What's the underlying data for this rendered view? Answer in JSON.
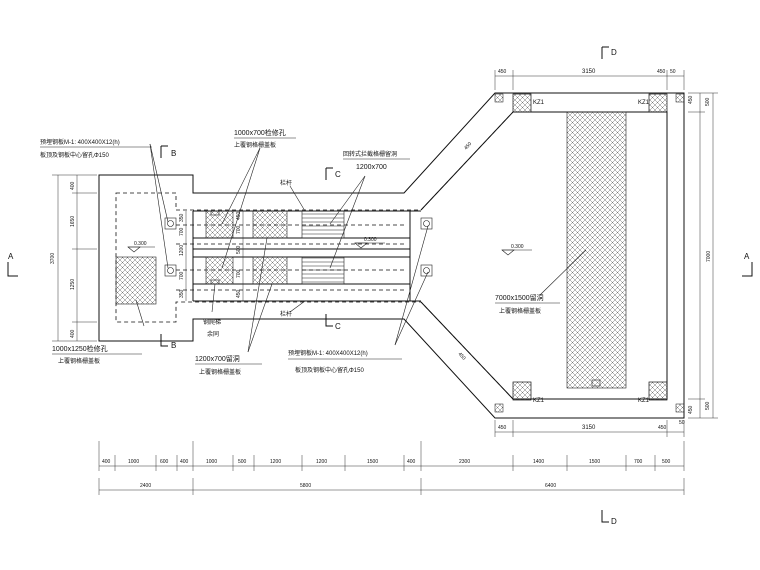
{
  "section_marks": {
    "a": "A",
    "b": "B",
    "c": "C",
    "d": "D"
  },
  "labels": {
    "plate_left": [
      "预埋钢板M-1: 400X400X12(h)",
      "板顶及钢板中心留孔Φ150"
    ],
    "hatch_1000x700": [
      "1000x700检修孔",
      "上覆钢格栅盖板"
    ],
    "screen_hole": [
      "回转式拦截格栅留洞",
      "1200x700"
    ],
    "railing": "栏杆",
    "hatch_1000x1250": [
      "1000x1250检修孔",
      "上覆钢格栅盖板"
    ],
    "ladder": [
      "钢爬梯",
      "余同"
    ],
    "opening_1200x700": [
      "1200x700留洞",
      "上覆钢格栅盖板"
    ],
    "plate_right": [
      "预埋钢板M-1: 400X400X12(h)",
      "板顶及钢板中心留孔Φ150"
    ],
    "opening_7000x1500": [
      "7000x1500留洞",
      "上覆钢格栅盖板"
    ],
    "column": "KZ1",
    "elevation": "0.300",
    "wall_450": "450"
  },
  "dims": {
    "top": [
      "450",
      "3150",
      "450",
      "50"
    ],
    "bottom": [
      "450",
      "3150",
      "450",
      "50"
    ],
    "right_outer": "7000",
    "right_inner": [
      "450",
      "500",
      "450",
      "500"
    ],
    "left_total": "3700",
    "left_parts": [
      "400",
      "1650",
      "1250",
      "400"
    ],
    "bottom_row1": [
      "400",
      "1000",
      "600",
      "400",
      "1000",
      "500",
      "1200",
      "1200",
      "1500",
      "400",
      "2300",
      "1400",
      "1500",
      "700",
      "500"
    ],
    "bottom_row2": [
      "2400",
      "5800",
      "6400"
    ],
    "channel_left": [
      "350",
      "700",
      "1200",
      "700",
      "350"
    ],
    "channel_right": [
      "450",
      "700",
      "500",
      "700",
      "450"
    ]
  }
}
